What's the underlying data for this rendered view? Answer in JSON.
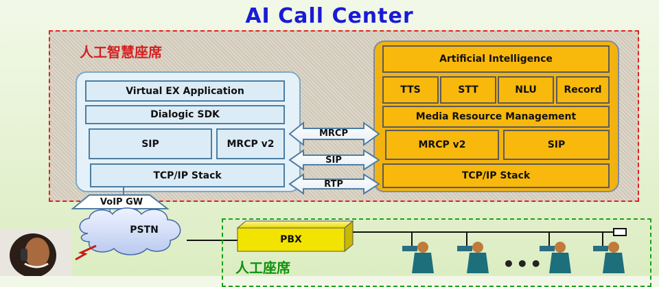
{
  "title": "AI Call Center",
  "ai_zone": {
    "label": "人工智慧座席"
  },
  "left_stack": {
    "app": "Virtual EX Application",
    "sdk": "Dialogic SDK",
    "sip": "SIP",
    "mrcp": "MRCP v2",
    "tcp": "TCP/IP Stack"
  },
  "right_stack": {
    "ai": "Artificial Intelligence",
    "tts": "TTS",
    "stt": "STT",
    "nlu": "NLU",
    "record": "Record",
    "media": "Media Resource Management",
    "mrcp": "MRCP v2",
    "sip": "SIP",
    "tcp": "TCP/IP Stack"
  },
  "links": {
    "mrcp": "MRCP",
    "sip": "SIP",
    "rtp": "RTP"
  },
  "voip_gw": "VoIP GW",
  "pstn": "PSTN",
  "pbx": "PBX",
  "human_zone": {
    "label": "人工座席"
  },
  "ellipsis": "•••",
  "colors": {
    "title": "#1a1ad6",
    "ai_border": "#e02020",
    "human_border": "#1aa01a",
    "right_fill": "#f8b80c",
    "left_fill": "#dcecf6"
  }
}
